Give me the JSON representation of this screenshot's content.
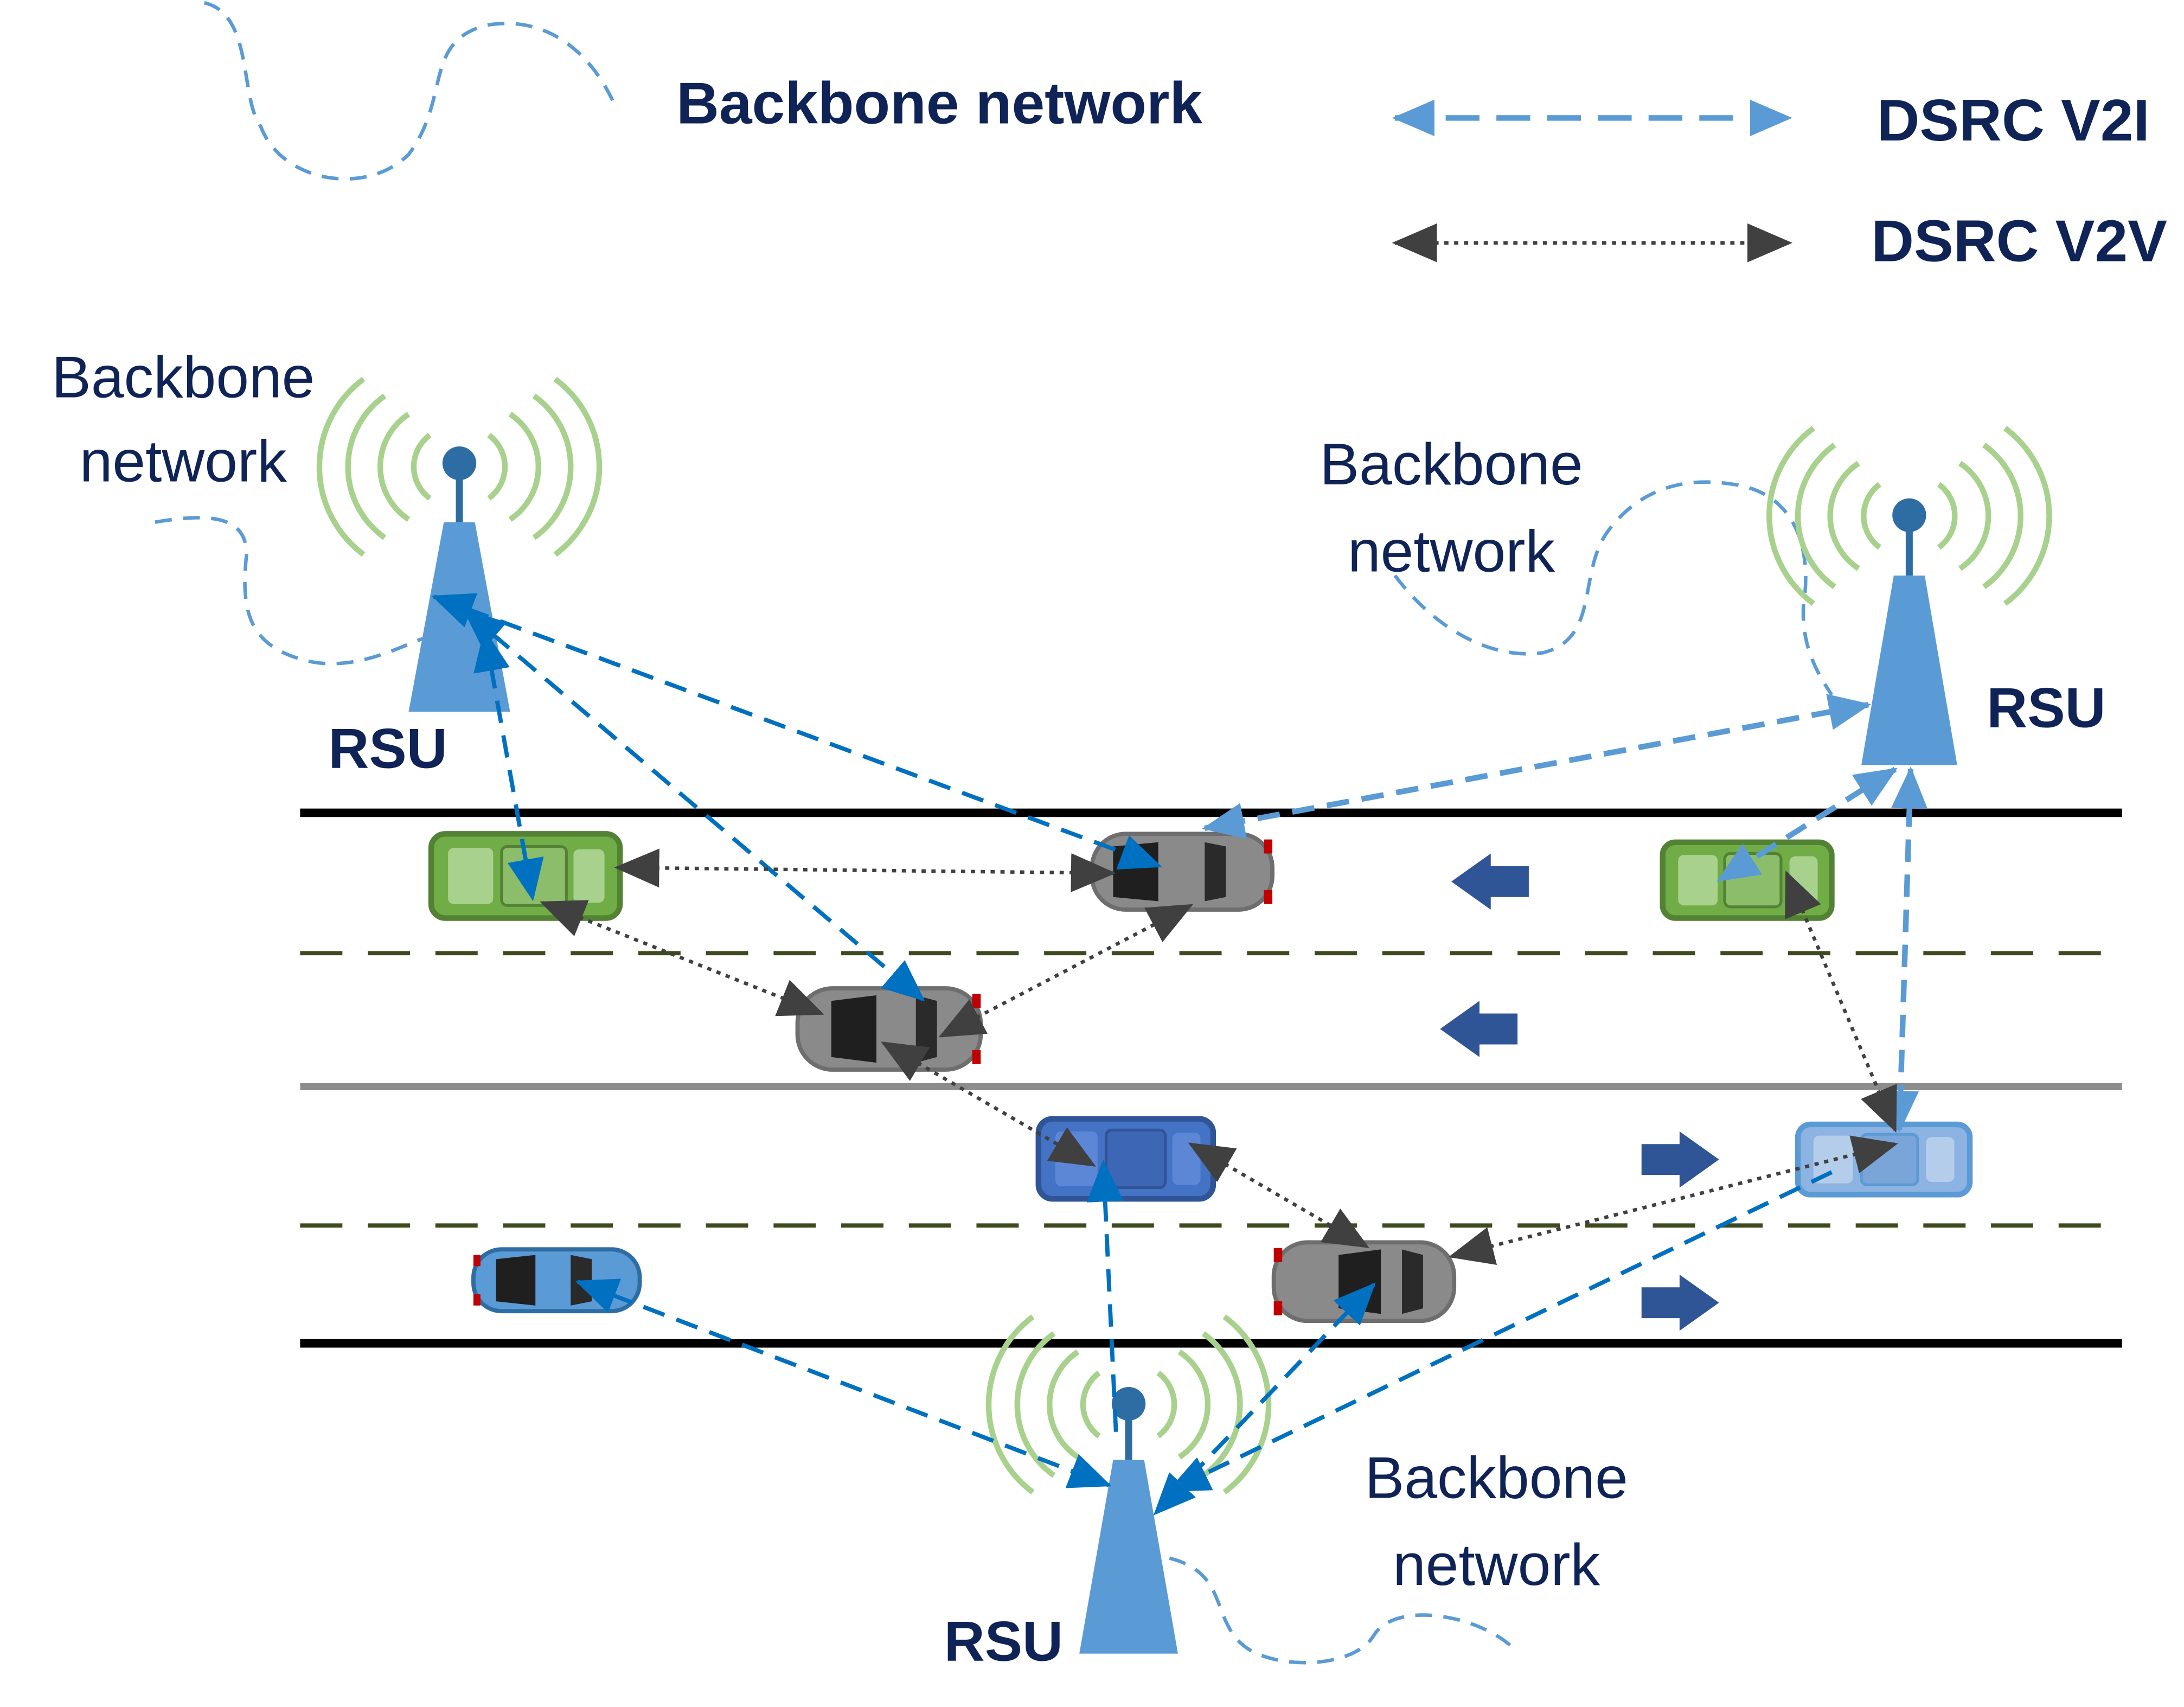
{
  "legend": {
    "backbone": "Backbone network",
    "v2i": "DSRC V2I",
    "v2v": "DSRC V2V"
  },
  "rsus": [
    {
      "id": "rsu-left",
      "label": "RSU"
    },
    {
      "id": "rsu-right",
      "label": "RSU"
    },
    {
      "id": "rsu-bottom",
      "label": "RSU"
    }
  ],
  "backbone_labels": [
    {
      "line1": "Backbone",
      "line2": "network"
    },
    {
      "line1": "Backbone",
      "line2": "network"
    },
    {
      "line1": "Backbone",
      "line2": "network"
    }
  ],
  "colors": {
    "text": "#0f2357",
    "tower": "#5b9bd5",
    "tower_head": "#2e6da4",
    "signal_waves": "#a9d18e",
    "v2i_link": "#5b9bd5",
    "v2i_link_dark": "#0070c0",
    "v2v_link": "#404040",
    "road_edge": "#000000",
    "lane_divider": "#3d4a1e",
    "median": "#8c8c8c",
    "direction_arrow": "#2f5597",
    "car_green": "#70ad47",
    "car_blue_dark": "#4472c4",
    "car_blue_light": "#8db3e2",
    "car_grey": "#8a8a8a"
  },
  "traffic_direction": {
    "top_lanes": "left",
    "bottom_lanes": "right"
  },
  "icons": [
    "rsu-tower-icon",
    "signal-wave-icon",
    "car-icon",
    "direction-arrow-icon"
  ]
}
